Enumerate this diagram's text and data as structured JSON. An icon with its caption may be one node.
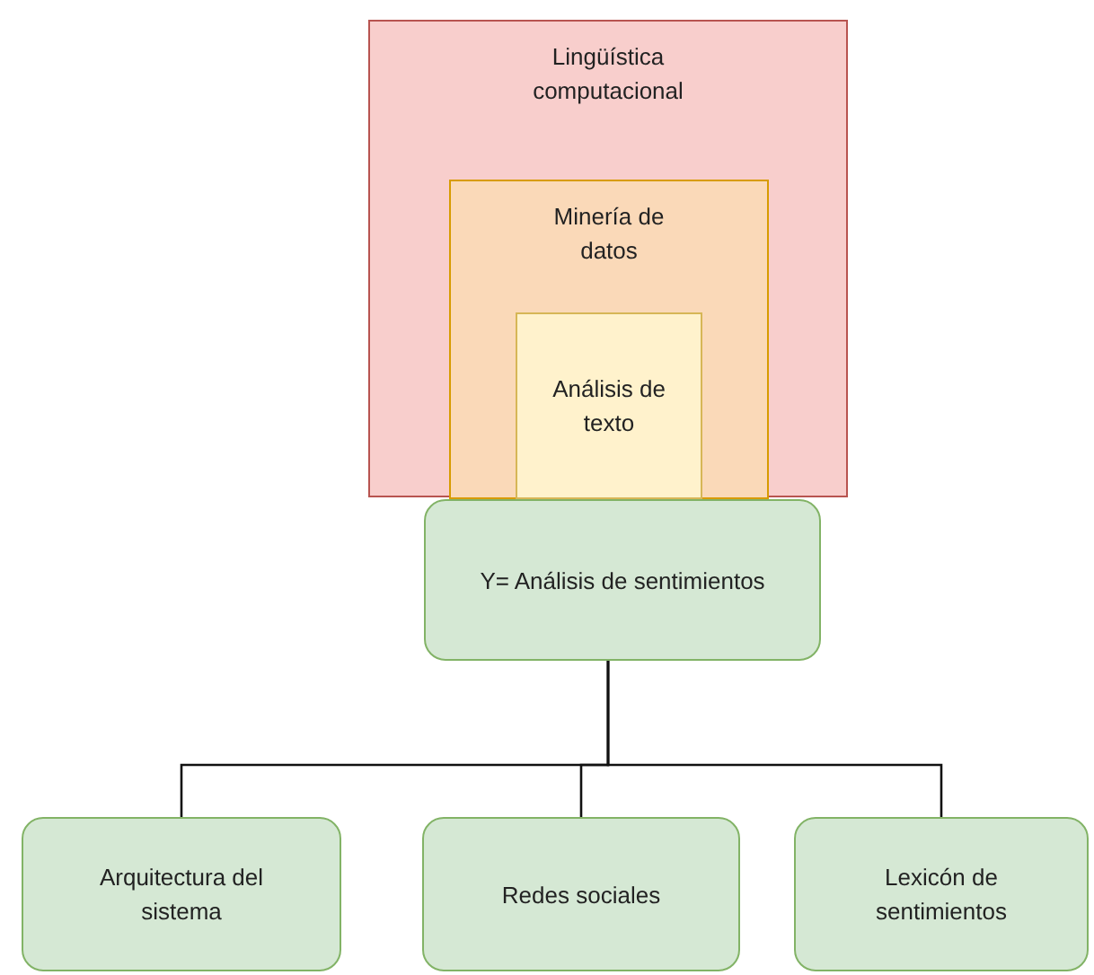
{
  "diagram": {
    "nodes": [
      {
        "text": [
          "Lingüística computacional"
        ]
      },
      {
        "text": [
          "Minería de datos"
        ],
        "in": 0
      },
      {
        "text": [
          "Análisis de texto"
        ],
        "in": 1
      },
      {
        "text": [
          "Y= Análisis de sentimientos"
        ]
      },
      {
        "text": [
          "Arquitectura del sistema"
        ]
      },
      {
        "text": [
          "Redes sociales"
        ]
      },
      {
        "text": [
          "Lexicón de sentimientos"
        ]
      }
    ],
    "edges": [
      {
        "from": 3,
        "to": 4,
        "arrow": "none"
      },
      {
        "from": 3,
        "to": 5,
        "arrow": "none"
      },
      {
        "from": 3,
        "to": 6,
        "arrow": "none"
      }
    ]
  }
}
